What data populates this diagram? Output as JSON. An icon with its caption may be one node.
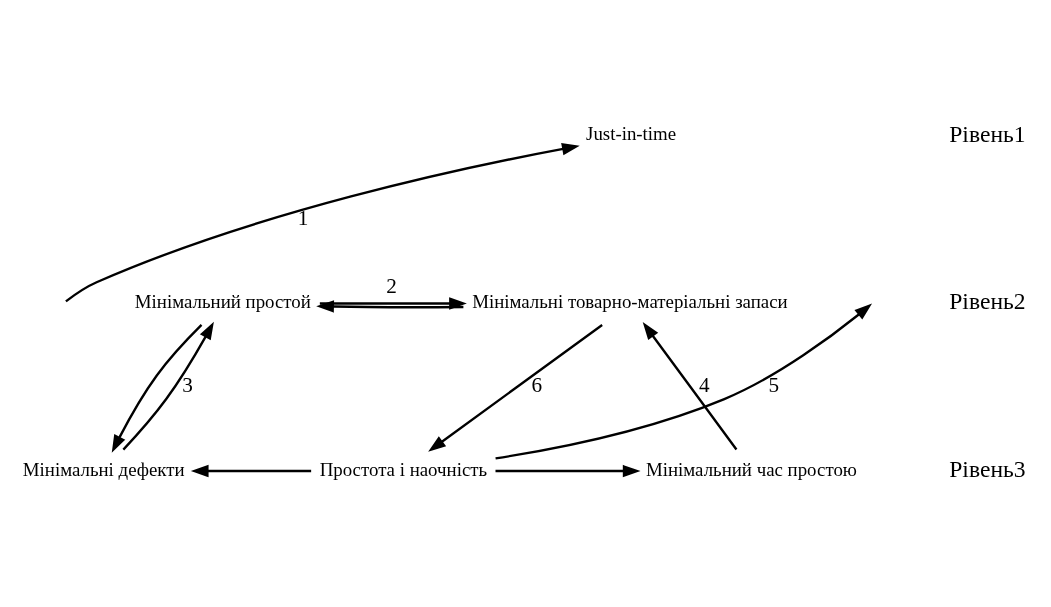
{
  "diagram": {
    "nodes": [
      {
        "text": [
          "Just-in-time"
        ]
      },
      {
        "text": [
          "Мінімальний простой"
        ]
      },
      {
        "text": [
          "Мінімальні товарно-матеріальні запаси"
        ]
      },
      {
        "text": [
          "Мінімальні дефекти"
        ]
      },
      {
        "text": [
          "Простота і наочність"
        ]
      },
      {
        "text": [
          "Мінімальний час простою"
        ]
      }
    ],
    "edges": [
      {
        "from": null,
        "to": 0,
        "arrow": "to",
        "label": "1"
      },
      {
        "from": 1,
        "to": 2,
        "arrow": "to",
        "label": "2"
      },
      {
        "from": 2,
        "to": 1,
        "arrow": "to"
      },
      {
        "from": 3,
        "to": 1,
        "arrow": "to",
        "label": "3"
      },
      {
        "from": 1,
        "to": 3,
        "arrow": "to"
      },
      {
        "from": 5,
        "to": 2,
        "arrow": "to",
        "label": "4"
      },
      {
        "from": 4,
        "to": null,
        "arrow": "to",
        "label": "5"
      },
      {
        "from": 2,
        "to": 4,
        "arrow": "to",
        "label": "6"
      },
      {
        "from": 4,
        "to": 3,
        "arrow": "to"
      },
      {
        "from": 4,
        "to": 5,
        "arrow": "to"
      }
    ],
    "labels": [
      "Рівень1",
      "Рівень2",
      "Рівень3"
    ]
  }
}
